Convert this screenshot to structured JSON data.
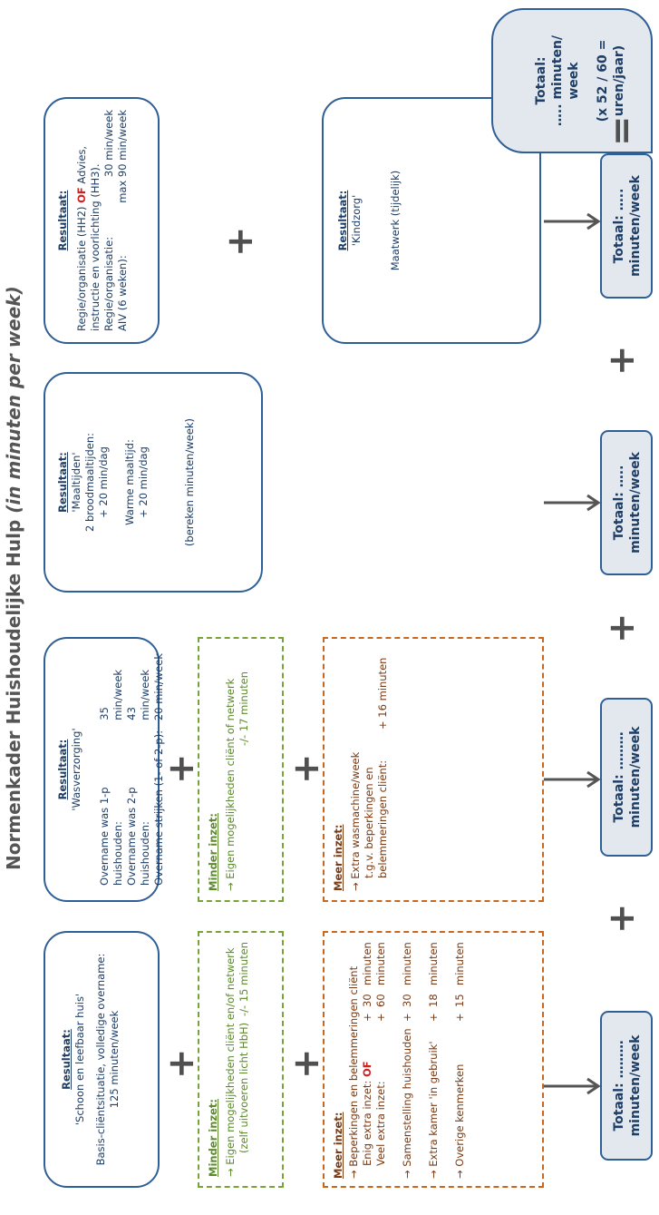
{
  "title": {
    "main": "Normenkader Huishoudelijke Hulp ",
    "italic": "(in minuten per week)"
  },
  "schoon": {
    "head": "Resultaat:",
    "name": "'Schoon en leefbaar huis'",
    "line1": "Basis-cliëntsituatie, volledige overname:",
    "line2": "125 minuten/week"
  },
  "was": {
    "head": "Resultaat:",
    "name": "'Wasverzorging'",
    "rows": [
      {
        "label": "Overname was 1-p huishouden:",
        "value": "35 min/week"
      },
      {
        "label": "Overname was 2-p huishouden:",
        "value": "43 min/week"
      },
      {
        "label": "Overname strijken (1- of 2-p):",
        "value": "20 min/week"
      }
    ]
  },
  "maal": {
    "head": "Resultaat:",
    "name": "'Maaltijden'",
    "l1": "2 broodmaaltijden:",
    "l2": "+ 20 min/dag",
    "l3": "Warme maaltijd:",
    "l4": "+ 20 min/dag",
    "l5": "(bereken minuten/week)"
  },
  "regie": {
    "head": "Resultaat:",
    "l1a": "Regie/organisatie (HH2) ",
    "l1b": "OF",
    "l1c": " Advies,",
    "l2": "instructie en voorlichting (HH3).",
    "l3a": "Regie/organisatie:",
    "l3b": "30 min/week",
    "l4a": "AIV (6 weken):",
    "l4b": "max 90 min/week"
  },
  "kind": {
    "head": "Resultaat:",
    "name": "'Kindzorg'",
    "line": "Maatwerk (tijdelijk)"
  },
  "minder1": {
    "head": "Minder inzet:",
    "l1": "→ Eigen mogelijkheden cliënt en/of netwerk",
    "l2": "(zelf uitvoeren licht HbH)",
    "l2v": "-/- 15 minuten"
  },
  "minder2": {
    "head": "Minder inzet:",
    "l1": "→ Eigen mogelijkheden cliënt of netwerk",
    "l2v": "-/- 17 minuten"
  },
  "meer1": {
    "head": "Meer inzet:",
    "lines": [
      {
        "a": "→ Beperkingen en belemmeringen cliënt",
        "p": "",
        "v": "",
        "u": ""
      },
      {
        "a": "Enig extra inzet: ",
        "or": "OF",
        "p": "+",
        "v": "30",
        "u": "minuten"
      },
      {
        "a": "Veel extra inzet:",
        "p": "+",
        "v": "60",
        "u": "minuten"
      },
      {
        "a": "→ Samenstelling huishouden",
        "p": "+",
        "v": "30",
        "u": "minuten"
      },
      {
        "a": "→ Extra kamer 'in gebruik'",
        "p": "+",
        "v": "18",
        "u": "minuten"
      },
      {
        "a": "→ Overige kenmerken",
        "p": "+",
        "v": "15",
        "u": "minuten"
      }
    ]
  },
  "meer2": {
    "head": "Meer inzet:",
    "l1": "→ Extra wasmachine/week",
    "l2": "t.g.v. beperkingen en",
    "l3": "belemmeringen cliënt:",
    "l3v": "+ 16 minuten"
  },
  "totals": [
    {
      "l1": "Totaal: ………",
      "l2": "minuten/week"
    },
    {
      "l1": "Totaal: ………",
      "l2": "minuten/week"
    },
    {
      "l1": "Totaal: …..",
      "l2": "minuten/week"
    },
    {
      "l1": "Totaal: …..",
      "l2": "minuten/week"
    }
  ],
  "final": {
    "l1": "Totaal:",
    "l2": "….. minuten/",
    "l3": "week",
    "l4": "(x 52 / 60 =",
    "l5": "uren/jaar)"
  },
  "ops": {
    "plus": "+",
    "equals": "="
  }
}
